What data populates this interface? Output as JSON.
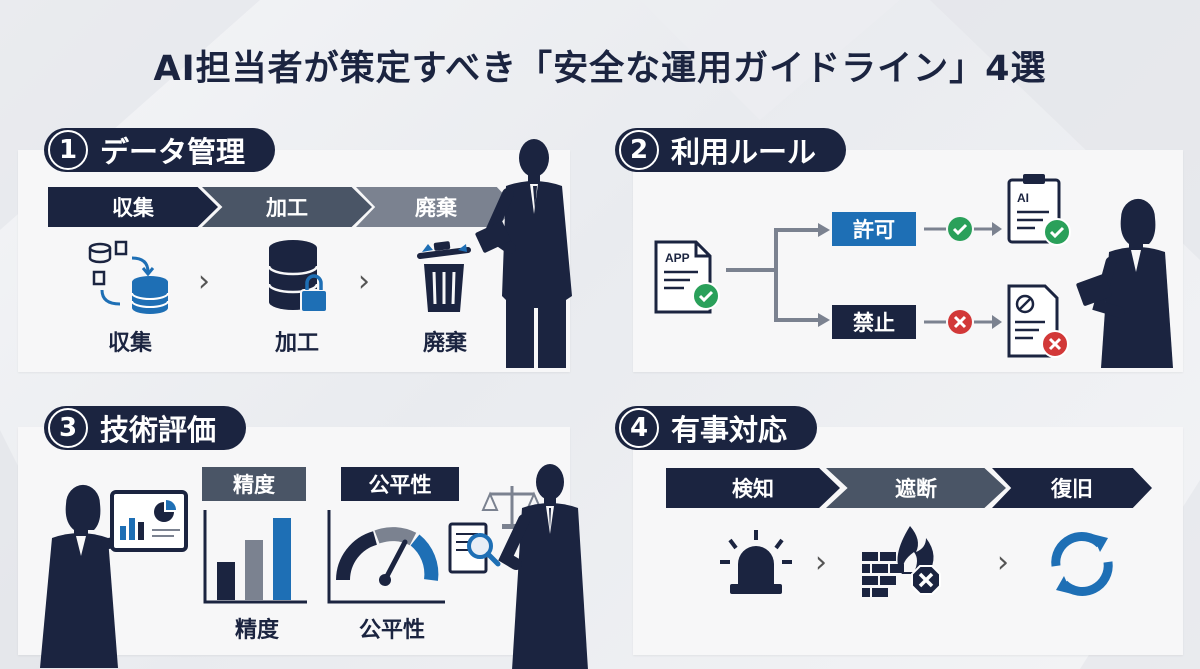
{
  "title": "AI担当者が策定すべき「安全な運用ガイドライン」4選",
  "sections": [
    {
      "number": "1",
      "heading": "データ管理",
      "steps": [
        "収集",
        "加工",
        "廃棄"
      ],
      "captions": [
        "収集",
        "加工",
        "廃棄"
      ]
    },
    {
      "number": "2",
      "heading": "利用ルール",
      "app_label": "APP",
      "allow_label": "許可",
      "deny_label": "禁止",
      "doc_label": "AI"
    },
    {
      "number": "3",
      "heading": "技術評価",
      "metrics": [
        "精度",
        "公平性"
      ],
      "captions": [
        "精度",
        "公平性"
      ]
    },
    {
      "number": "4",
      "heading": "有事対応",
      "steps": [
        "検知",
        "遮断",
        "復旧"
      ]
    }
  ],
  "colors": {
    "navy": "#1b2440",
    "slate": "#4a5566",
    "grey": "#7b8290",
    "blue": "#1e6fb5",
    "green": "#2aa05a",
    "red": "#d23838",
    "panel": "#f7f7f8"
  }
}
